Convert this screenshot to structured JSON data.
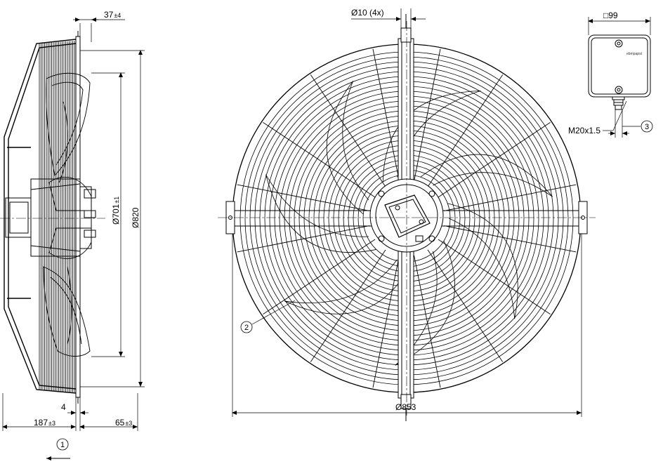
{
  "dimensions": {
    "top_offset": {
      "value": "37",
      "tol": "±4"
    },
    "hole_spec": "Ø10 (4x)",
    "box_size": "□99",
    "inner_diameter": {
      "value": "Ø701",
      "tol": "±1"
    },
    "outer_diameter": "Ø820",
    "small_offset": "4",
    "depth": {
      "value": "187",
      "tol": "±3"
    },
    "hub_depth": {
      "value": "65",
      "tol": "±3"
    },
    "grille_diameter": "Ø853",
    "cable_gland": "M20x1.5"
  },
  "callouts": {
    "airflow": "1",
    "grille": "2",
    "gland": "3"
  },
  "terminal_box_brand": "ebmpapst",
  "colors": {
    "line": "#000000",
    "background": "#ffffff"
  }
}
